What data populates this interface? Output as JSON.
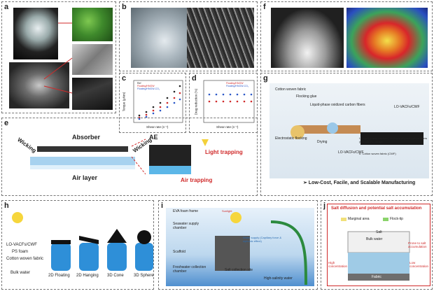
{
  "panels": {
    "a": {
      "label": "a"
    },
    "b": {
      "label": "b"
    },
    "c": {
      "label": "c",
      "xlabel": "Shear rate (s⁻¹)",
      "ylabel": "Torque (μNm)",
      "legend": [
        "Ref",
        "Floating/HNGW",
        "Floating/HNGW-CO₂"
      ]
    },
    "d": {
      "label": "d",
      "xlabel": "Shear rate (s⁻¹)",
      "ylabel": "Drag reduction (%)",
      "legend": [
        "Floating/HNGW",
        "Floating/HNGW-CO₂"
      ]
    },
    "e": {
      "label": "e",
      "absorber": "Absorber",
      "wicking_left": "Wicking",
      "wicking_right": "Wicking",
      "air_layer": "Air layer",
      "ae": "AE",
      "light_trapping": "Light trapping",
      "air_trapping": "Air trapping"
    },
    "f": {
      "label": "f"
    },
    "g": {
      "label": "g",
      "cotton": "Cotton woven fabric",
      "flocking_glue": "Flocking glue",
      "liquid_phase": "Liquid-phase oxidized carbon fibers",
      "electrostatic": "Electrostatic flocking",
      "drying": "Drying",
      "lo_vacf_cwf": "LO-VACFs/CWF",
      "lo_vacf_cwf2": "LO-VACFs/CWF",
      "note1": "I. Liquid-phase oxidized vertically aligned carbon fibers (LO-VACFs) arrays",
      "note2": "II. Cotton woven fabric (CWF)",
      "tagline": "➢ Low-Cost, Facile, and Scalable Manufacturing"
    },
    "h": {
      "label": "h",
      "layers": [
        "LO-VACFs/CWF",
        "PS foam",
        "Cotton woven fabric",
        "Bulk water"
      ],
      "configs": [
        "2D Floating",
        "2D Hanging",
        "3D Cone",
        "3D Sphere"
      ]
    },
    "i": {
      "label": "i",
      "evk": "EVA foam frame",
      "seawater": "Seawater supply chamber",
      "scaffold": "Scaffold",
      "freshwater": "Freshwater collection chamber",
      "salt": "Salt collection site",
      "supply": "Water supply (Capillary force & siphonic effect)",
      "high_salinity": "High-salinity water",
      "sunlight": "Sunlight"
    },
    "j": {
      "label": "j",
      "title": "Salt diffusion and potential salt accumulation",
      "marginal": "Marginal area",
      "flock_tip": "Flock-tip",
      "bulk": "Bulk water",
      "prone": "Prone to salt accumulation",
      "high_conc": "High concentration",
      "low_conc": "Low concentration",
      "fabric": "Fabric",
      "salt": "Salt"
    }
  },
  "colors": {
    "water_blue": "#3a8fd6",
    "panel_border": "#777777",
    "thermal_red": "#d8262a",
    "highlight_red": "#d02a2a"
  }
}
